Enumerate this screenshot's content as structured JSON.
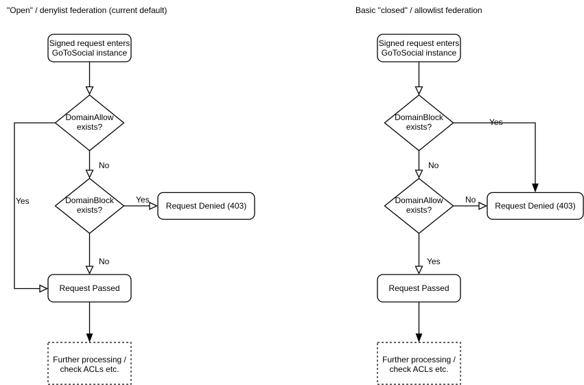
{
  "diagram": {
    "background_color": "#ffffff",
    "stroke_color": "#000000",
    "text_color": "#000000",
    "left": {
      "title": "\"Open\" / denylist federation (current default)",
      "start": {
        "line1": "Signed request enters",
        "line2": "GoToSocial instance"
      },
      "decision1": {
        "line1": "DomainAllow",
        "line2": "exists?"
      },
      "decision2": {
        "line1": "DomainBlock",
        "line2": "exists?"
      },
      "denied": "Request Denied (403)",
      "passed": "Request Passed",
      "further": {
        "line1": "Further processing /",
        "line2": "check ACLs etc."
      },
      "labels": {
        "d1_no": "No",
        "d1_yes": "Yes",
        "d2_yes": "Yes",
        "d2_no": "No"
      }
    },
    "right": {
      "title": "Basic \"closed\" / allowlist federation",
      "start": {
        "line1": "Signed request enters",
        "line2": "GoToSocial instance"
      },
      "decision1": {
        "line1": "DomainBlock",
        "line2": "exists?"
      },
      "decision2": {
        "line1": "DomainAllow",
        "line2": "exists?"
      },
      "denied": "Request Denied (403)",
      "passed": "Request Passed",
      "further": {
        "line1": "Further processing /",
        "line2": "check ACLs etc."
      },
      "labels": {
        "d1_yes": "Yes",
        "d1_no": "No",
        "d2_no": "No",
        "d2_yes": "Yes"
      }
    }
  }
}
